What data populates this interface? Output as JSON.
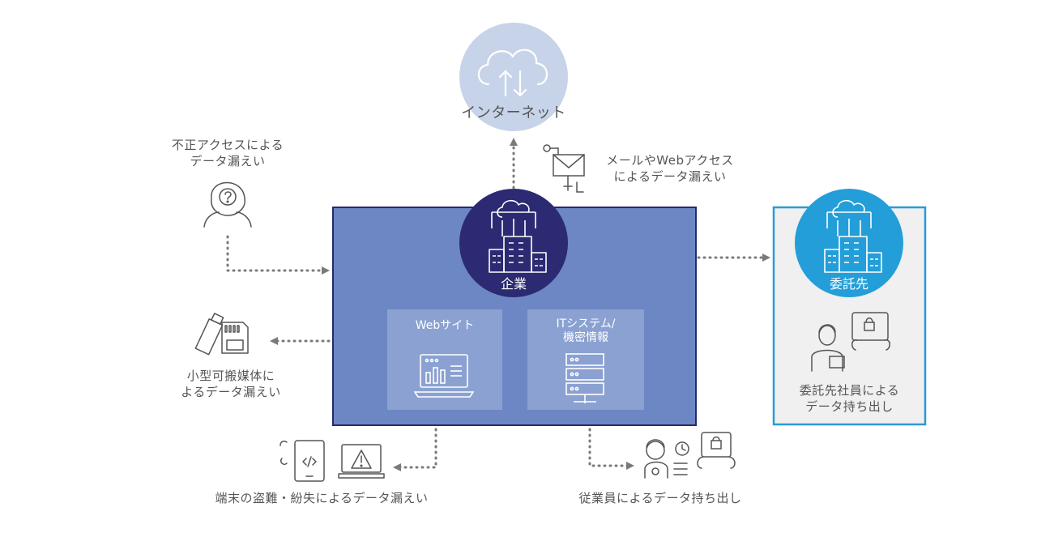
{
  "colors": {
    "cloud_circle": "#c7d3e8",
    "enterprise_box": "#6c87c3",
    "enterprise_border": "#29286e",
    "enterprise_circle": "#2b2a72",
    "inner_box": "#8aa1d1",
    "contractor_border": "#2b9ad6",
    "contractor_fill": "#f0f0f0",
    "contractor_circle": "#249ed8",
    "arrow": "#7a7a7a",
    "icon_stroke": "#555555"
  },
  "internet": {
    "label": "インターネット",
    "icon": "cloud-sync-icon"
  },
  "enterprise": {
    "label": "企業",
    "icon": "cloud-building-icon",
    "boxes": [
      {
        "title": "Webサイト",
        "icon": "laptop-dashboard-icon"
      },
      {
        "title_line1": "ITシステム/",
        "title_line2": "機密情報",
        "icon": "server-icon"
      }
    ]
  },
  "contractor": {
    "label": "委託先",
    "icon": "cloud-building-icon",
    "caption_line1": "委託先社員による",
    "caption_line2": "データ持ち出し"
  },
  "threats": {
    "unauthorized": {
      "line1": "不正アクセスによる",
      "line2": "データ漏えい",
      "icon": "hooded-hacker-icon"
    },
    "email": {
      "line1": "メールやWebアクセス",
      "line2": "によるデータ漏えい",
      "icon": "envelope-icon"
    },
    "usb": {
      "line1": "小型可搬媒体に",
      "line2": "よるデータ漏えい",
      "icon": "usb-sdcard-icon"
    },
    "device_theft": {
      "line1": "端末の盗難・紛失によるデータ漏えい",
      "icon": "device-warning-icon"
    },
    "employee": {
      "line1": "従業員によるデータ持ち出し",
      "icon": "employee-document-icon"
    }
  }
}
